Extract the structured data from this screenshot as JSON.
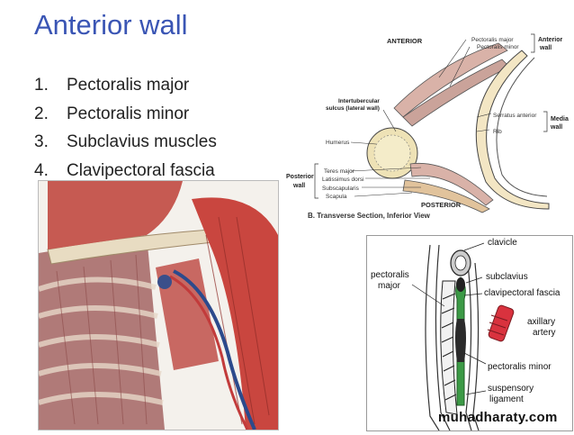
{
  "slide": {
    "title": "Anterior wall",
    "items": [
      {
        "num": "1.",
        "text": "Pectoralis major"
      },
      {
        "num": "2.",
        "text": "Pectoralis minor"
      },
      {
        "num": "3.",
        "text": "Subclavius muscles"
      },
      {
        "num": "4.",
        "text": "Clavipectoral fascia"
      }
    ]
  },
  "section_diagram": {
    "anterior": "ANTERIOR",
    "pect_major": "Pectoralis major",
    "pect_minor": "Pectoralis minor",
    "anterior_wall": "Anterior",
    "anterior_wall2": "wall",
    "intertubercular1": "Intertubercular",
    "intertubercular2": "sulcus (lateral wall)",
    "humerus": "Humerus",
    "serratus": "Serratus anterior",
    "rib": "Rib",
    "medial1": "Media",
    "medial2": "wall",
    "teres": "Teres major",
    "latissimus": "Latissimus dorsi",
    "subscap": "Subscapularis",
    "scapula": "Scapula",
    "posterior_wall1": "Posterior",
    "posterior_wall2": "wall",
    "posterior": "POSTERIOR",
    "caption": "B. Transverse Section, Inferior View"
  },
  "fascia_diagram": {
    "clavicle": "clavicle",
    "pect_major1": "pectoralis",
    "pect_major2": "major",
    "subclavius": "subclavius",
    "clav_fascia": "clavipectoral fascia",
    "axillary1": "axillary",
    "axillary2": "artery",
    "pect_minor": "pectoralis minor",
    "suspensory1": "suspensory",
    "suspensory2": "ligament"
  },
  "watermark": "muhadharaty.com",
  "colors": {
    "title": "#3a55b4",
    "muscle": "#c0392b",
    "fascia": "#2e8b3a",
    "artery": "#d9323e"
  }
}
